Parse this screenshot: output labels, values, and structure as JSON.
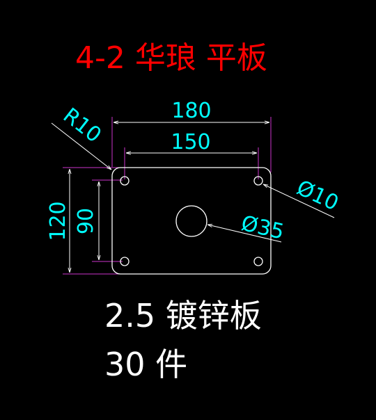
{
  "title": "4-2 华琅 平板",
  "dimensions": {
    "overall_width": "180",
    "hole_spacing_x": "150",
    "overall_height": "120",
    "hole_spacing_y": "90",
    "corner_radius": "R10",
    "small_hole_diameter": "Ø10",
    "center_hole_diameter": "Ø35"
  },
  "notes": {
    "material": "2.5 镀锌板",
    "quantity": "30 件"
  },
  "colors": {
    "background": "#000000",
    "title": "#ff0000",
    "dimension_text": "#00ffff",
    "geometry": "#ffffff",
    "extension_lines": "#cc33cc",
    "notes": "#ffffff"
  }
}
